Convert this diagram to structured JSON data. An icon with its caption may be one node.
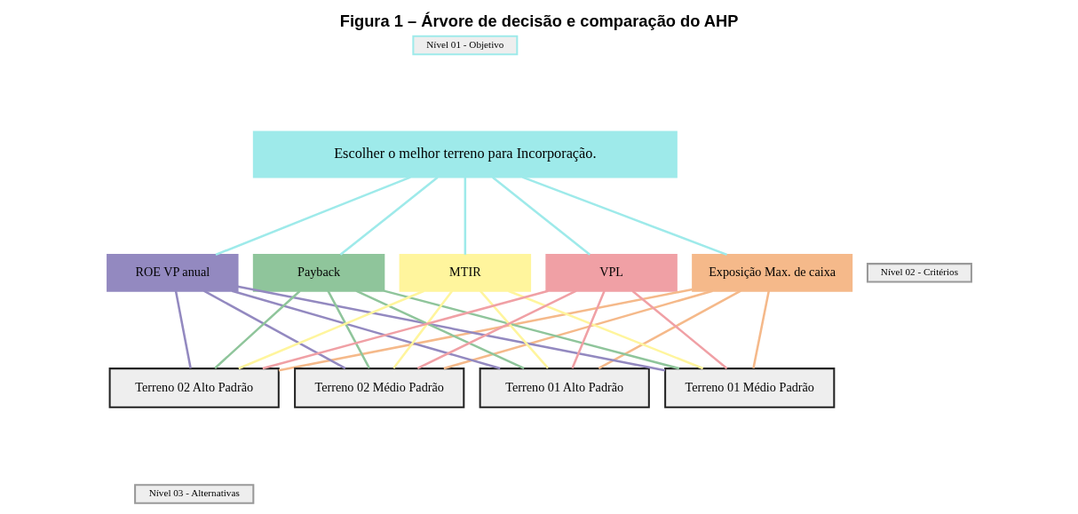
{
  "diagram": {
    "title": "Figura 1 – Árvore de decisão e comparação do AHP",
    "nodes": [
      {
        "text": [
          "Nível 01 - Objetivo"
        ]
      },
      {
        "text": [
          "Escolher o melhor terreno para Incorporação."
        ]
      },
      {
        "text": [
          "Nível 02 - Critérios"
        ]
      },
      {
        "text": [
          "Exposição Max. de caixa"
        ]
      },
      {
        "text": [
          "ROE VP anual"
        ]
      },
      {
        "text": [
          "Payback"
        ]
      },
      {
        "text": [
          "MTIR"
        ]
      },
      {
        "text": [
          "VPL"
        ]
      },
      {
        "text": [
          "Terreno 01 Alto Padrão"
        ]
      },
      {
        "text": [
          "Terreno 01 Médio Padrão"
        ]
      },
      {
        "text": [
          "Terreno 02 Alto Padrão"
        ]
      },
      {
        "text": [
          "Terreno 02 Médio Padrão"
        ]
      },
      {
        "text": [
          "Nível 03 - Alternativas"
        ]
      }
    ],
    "edges": [
      {
        "from": 1,
        "to": 3,
        "arrow": "none",
        "color": "#9eeaea"
      },
      {
        "from": 1,
        "to": 4,
        "arrow": "none",
        "color": "#9eeaea"
      },
      {
        "from": 1,
        "to": 5,
        "arrow": "none",
        "color": "#9eeaea"
      },
      {
        "from": 1,
        "to": 6,
        "arrow": "none",
        "color": "#9eeaea"
      },
      {
        "from": 1,
        "to": 7,
        "arrow": "none",
        "color": "#9eeaea"
      },
      {
        "from": 3,
        "to": 8,
        "arrow": "none",
        "color": "#f5b98a"
      },
      {
        "from": 3,
        "to": 9,
        "arrow": "none",
        "color": "#f5b98a"
      },
      {
        "from": 3,
        "to": 10,
        "arrow": "none",
        "color": "#f5b98a"
      },
      {
        "from": 3,
        "to": 11,
        "arrow": "none",
        "color": "#f5b98a"
      },
      {
        "from": 4,
        "to": 8,
        "arrow": "none",
        "color": "#9389c0"
      },
      {
        "from": 4,
        "to": 9,
        "arrow": "none",
        "color": "#9389c0"
      },
      {
        "from": 4,
        "to": 10,
        "arrow": "none",
        "color": "#9389c0"
      },
      {
        "from": 4,
        "to": 11,
        "arrow": "none",
        "color": "#9389c0"
      },
      {
        "from": 5,
        "to": 8,
        "arrow": "none",
        "color": "#8fc59b"
      },
      {
        "from": 5,
        "to": 9,
        "arrow": "none",
        "color": "#8fc59b"
      },
      {
        "from": 5,
        "to": 10,
        "arrow": "none",
        "color": "#8fc59b"
      },
      {
        "from": 5,
        "to": 11,
        "arrow": "none",
        "color": "#8fc59b"
      },
      {
        "from": 6,
        "to": 8,
        "arrow": "none",
        "color": "#fff59d"
      },
      {
        "from": 6,
        "to": 9,
        "arrow": "none",
        "color": "#fff59d"
      },
      {
        "from": 6,
        "to": 10,
        "arrow": "none",
        "color": "#fff59d"
      },
      {
        "from": 6,
        "to": 11,
        "arrow": "none",
        "color": "#fff59d"
      },
      {
        "from": 7,
        "to": 8,
        "arrow": "none",
        "color": "#f0a0a5"
      },
      {
        "from": 7,
        "to": 9,
        "arrow": "none",
        "color": "#f0a0a5"
      },
      {
        "from": 7,
        "to": 10,
        "arrow": "none",
        "color": "#f0a0a5"
      },
      {
        "from": 7,
        "to": 11,
        "arrow": "none",
        "color": "#f0a0a5"
      }
    ]
  }
}
